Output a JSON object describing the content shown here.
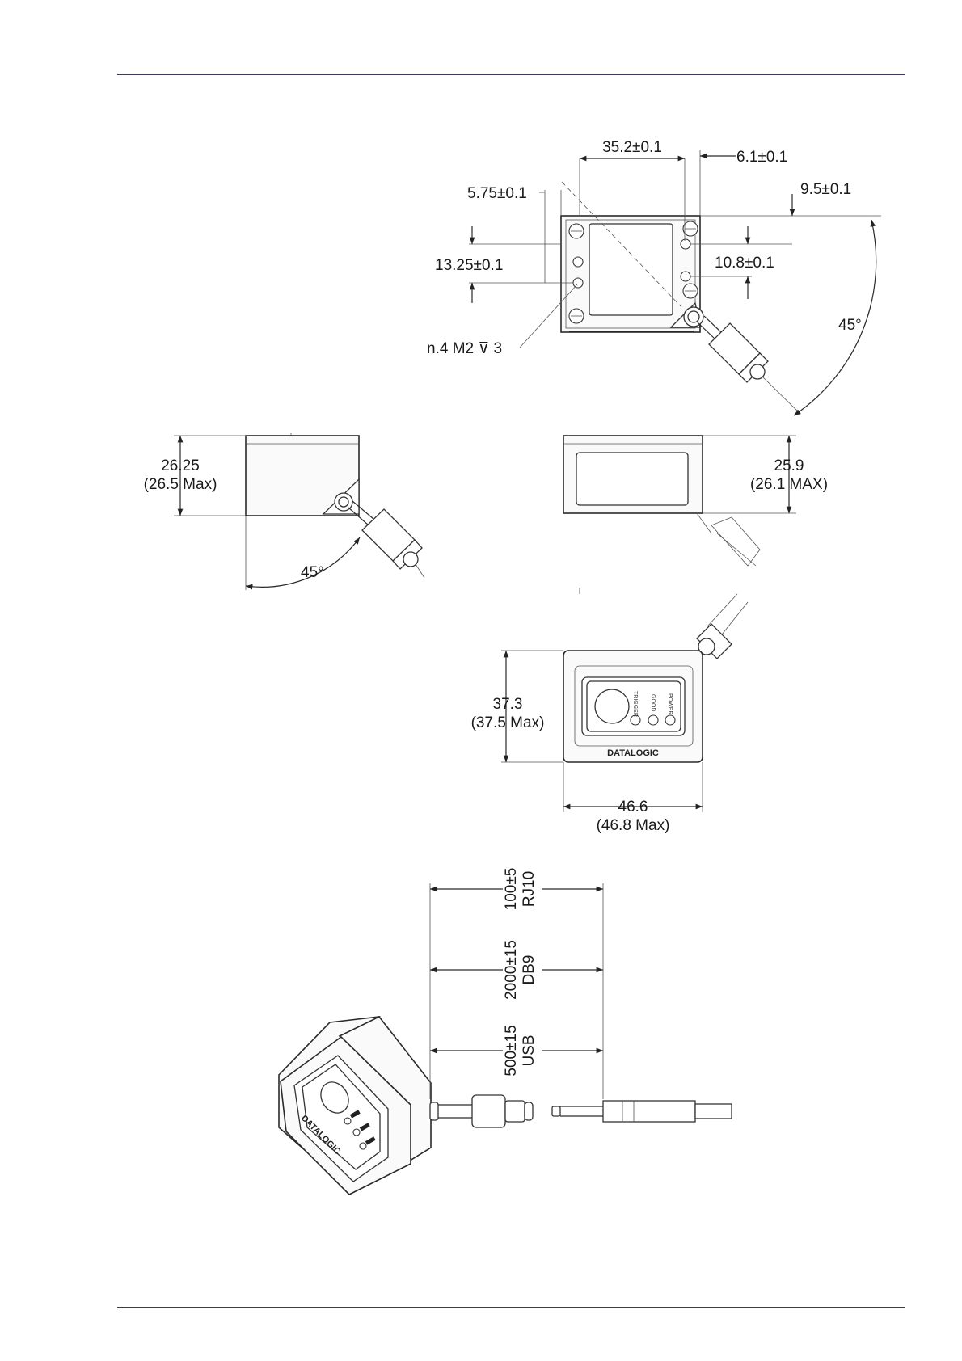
{
  "top_view": {
    "width_dim": "35.2±0.1",
    "right_offset_dim": "6.1±0.1",
    "hole_offset_dim": "5.75±0.1",
    "top_offset_dim": "9.5±0.1",
    "left_hole_spacing_dim": "13.25±0.1",
    "right_hole_spacing_dim": "10.8±0.1",
    "cable_angle": "45°",
    "thread_note": "n.4  M2 ⊽ 3"
  },
  "left_side_view": {
    "height_dim": "26.25",
    "height_max": "(26.5 Max)",
    "cable_angle": "45°"
  },
  "right_side_view": {
    "height_dim": "25.9",
    "height_max": "(26.1 MAX)"
  },
  "front_view": {
    "height_dim": "37.3",
    "height_max": "(37.5 Max)",
    "width_dim": "46.6",
    "width_max": "(46.8 Max)",
    "brand_logo": "DATALOGIC",
    "led_labels": [
      "TRIGGER",
      "GOOD",
      "POWER"
    ]
  },
  "cable_view": {
    "lengths": [
      {
        "value": "100±5",
        "connector": "RJ10"
      },
      {
        "value": "2000±15",
        "connector": "DB9"
      },
      {
        "value": "500±15",
        "connector": "USB"
      }
    ]
  }
}
